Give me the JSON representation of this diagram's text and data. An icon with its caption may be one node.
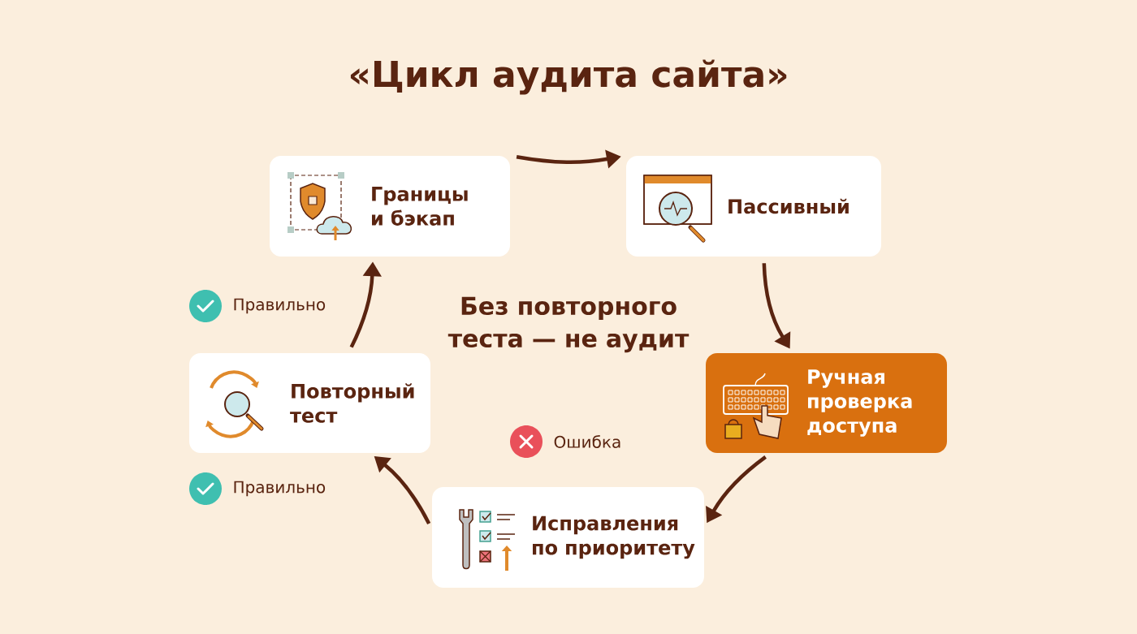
{
  "diagram": {
    "title": "«Цикл аудита сайта»",
    "nodes": [
      {
        "text": [
          "Границы и бэкап"
        ]
      },
      {
        "text": [
          "Пассивный"
        ]
      },
      {
        "text": [
          "Ручная проверка доступа"
        ]
      },
      {
        "text": [
          "Исправления по приоритету"
        ]
      },
      {
        "text": [
          "Повторный тест"
        ]
      }
    ],
    "edges": [
      {
        "from": 0,
        "to": 1,
        "arrow": "to"
      },
      {
        "from": 1,
        "to": 2,
        "arrow": "to"
      },
      {
        "from": 2,
        "to": 3,
        "arrow": "to"
      },
      {
        "from": 3,
        "to": 4,
        "arrow": "to"
      },
      {
        "from": 4,
        "to": 0,
        "arrow": "to"
      }
    ],
    "labels": [
      "Правильно",
      "Без повторного теста — не аудит",
      "Ошибка",
      "Правильно"
    ]
  }
}
